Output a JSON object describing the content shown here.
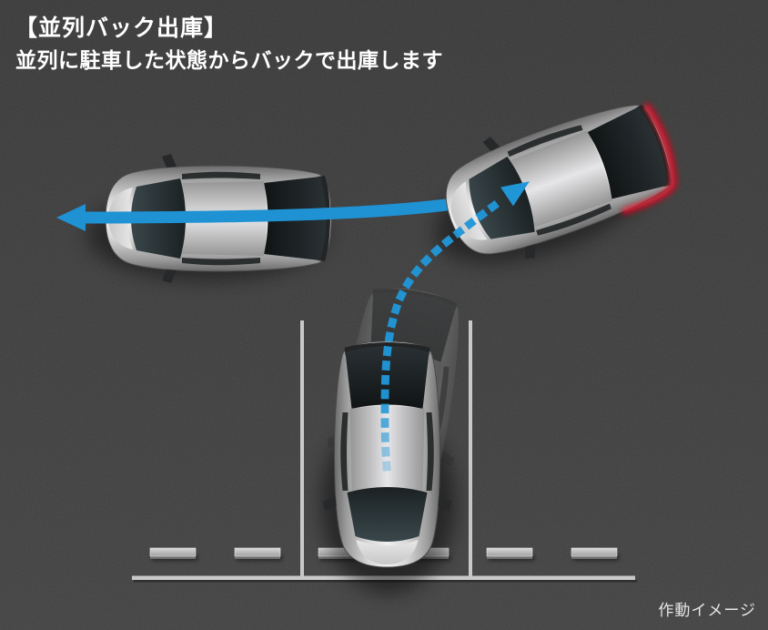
{
  "header": {
    "title": "【並列バック出庫】",
    "subtitle": "並列に駐車した状態からバックで出庫します"
  },
  "footer": {
    "caption": "作動イメージ"
  },
  "colors": {
    "background": "#3b3b3b",
    "asphalt_dark": "#353535",
    "asphalt_light": "#424242",
    "marking": "#c9c9c9",
    "wheel_stop": "#c6c6c6",
    "arrow_blue": "#1f92d4",
    "path_blue": "#2196d6",
    "brake_red": "#e8001f",
    "title_text": "#ffffff",
    "caption_text": "#e6e6e6"
  }
}
